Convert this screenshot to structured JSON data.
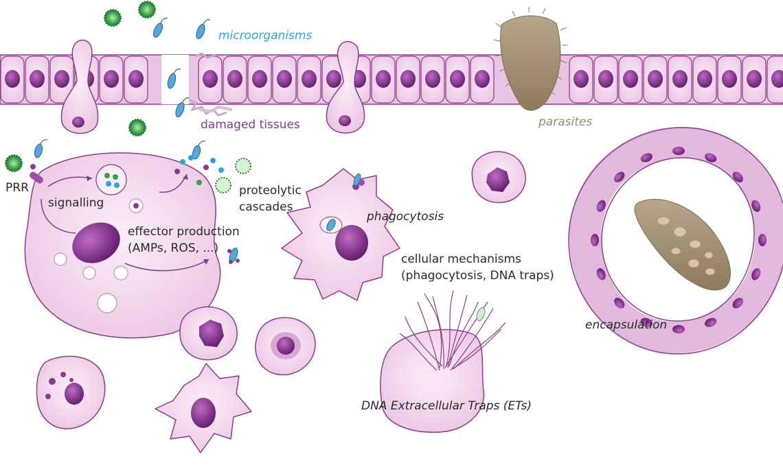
{
  "labels": {
    "microorganisms": "microorganisms",
    "damaged_tissues": "damaged tissues",
    "parasites": "parasites",
    "prr": "PRR",
    "signalling": "signalling",
    "proteolytic_line1": "proteolytic",
    "proteolytic_line2": "cascades",
    "effector_line1": "effector production",
    "effector_line2": "(AMPs, ROS, ...)",
    "phagocytosis": "phagocytosis",
    "cellular_line1": "cellular mechanisms",
    "cellular_line2": "(phagocytosis, DNA traps)",
    "encapsulation": "encapsulation",
    "dna_traps": "DNA Extracellular Traps (ETs)"
  },
  "colors": {
    "microorganisms_text": "#2aa6d8",
    "damaged_text": "#7b3f8e",
    "parasite_text": "#9c8a6e",
    "cell_fill": "#f1d6ec",
    "cell_stroke": "#8b3b8b",
    "nucleus": "#7a2a82",
    "virus": "#2e8b3c",
    "bacterium": "#3f8fc4",
    "parasite": "#a89477"
  }
}
